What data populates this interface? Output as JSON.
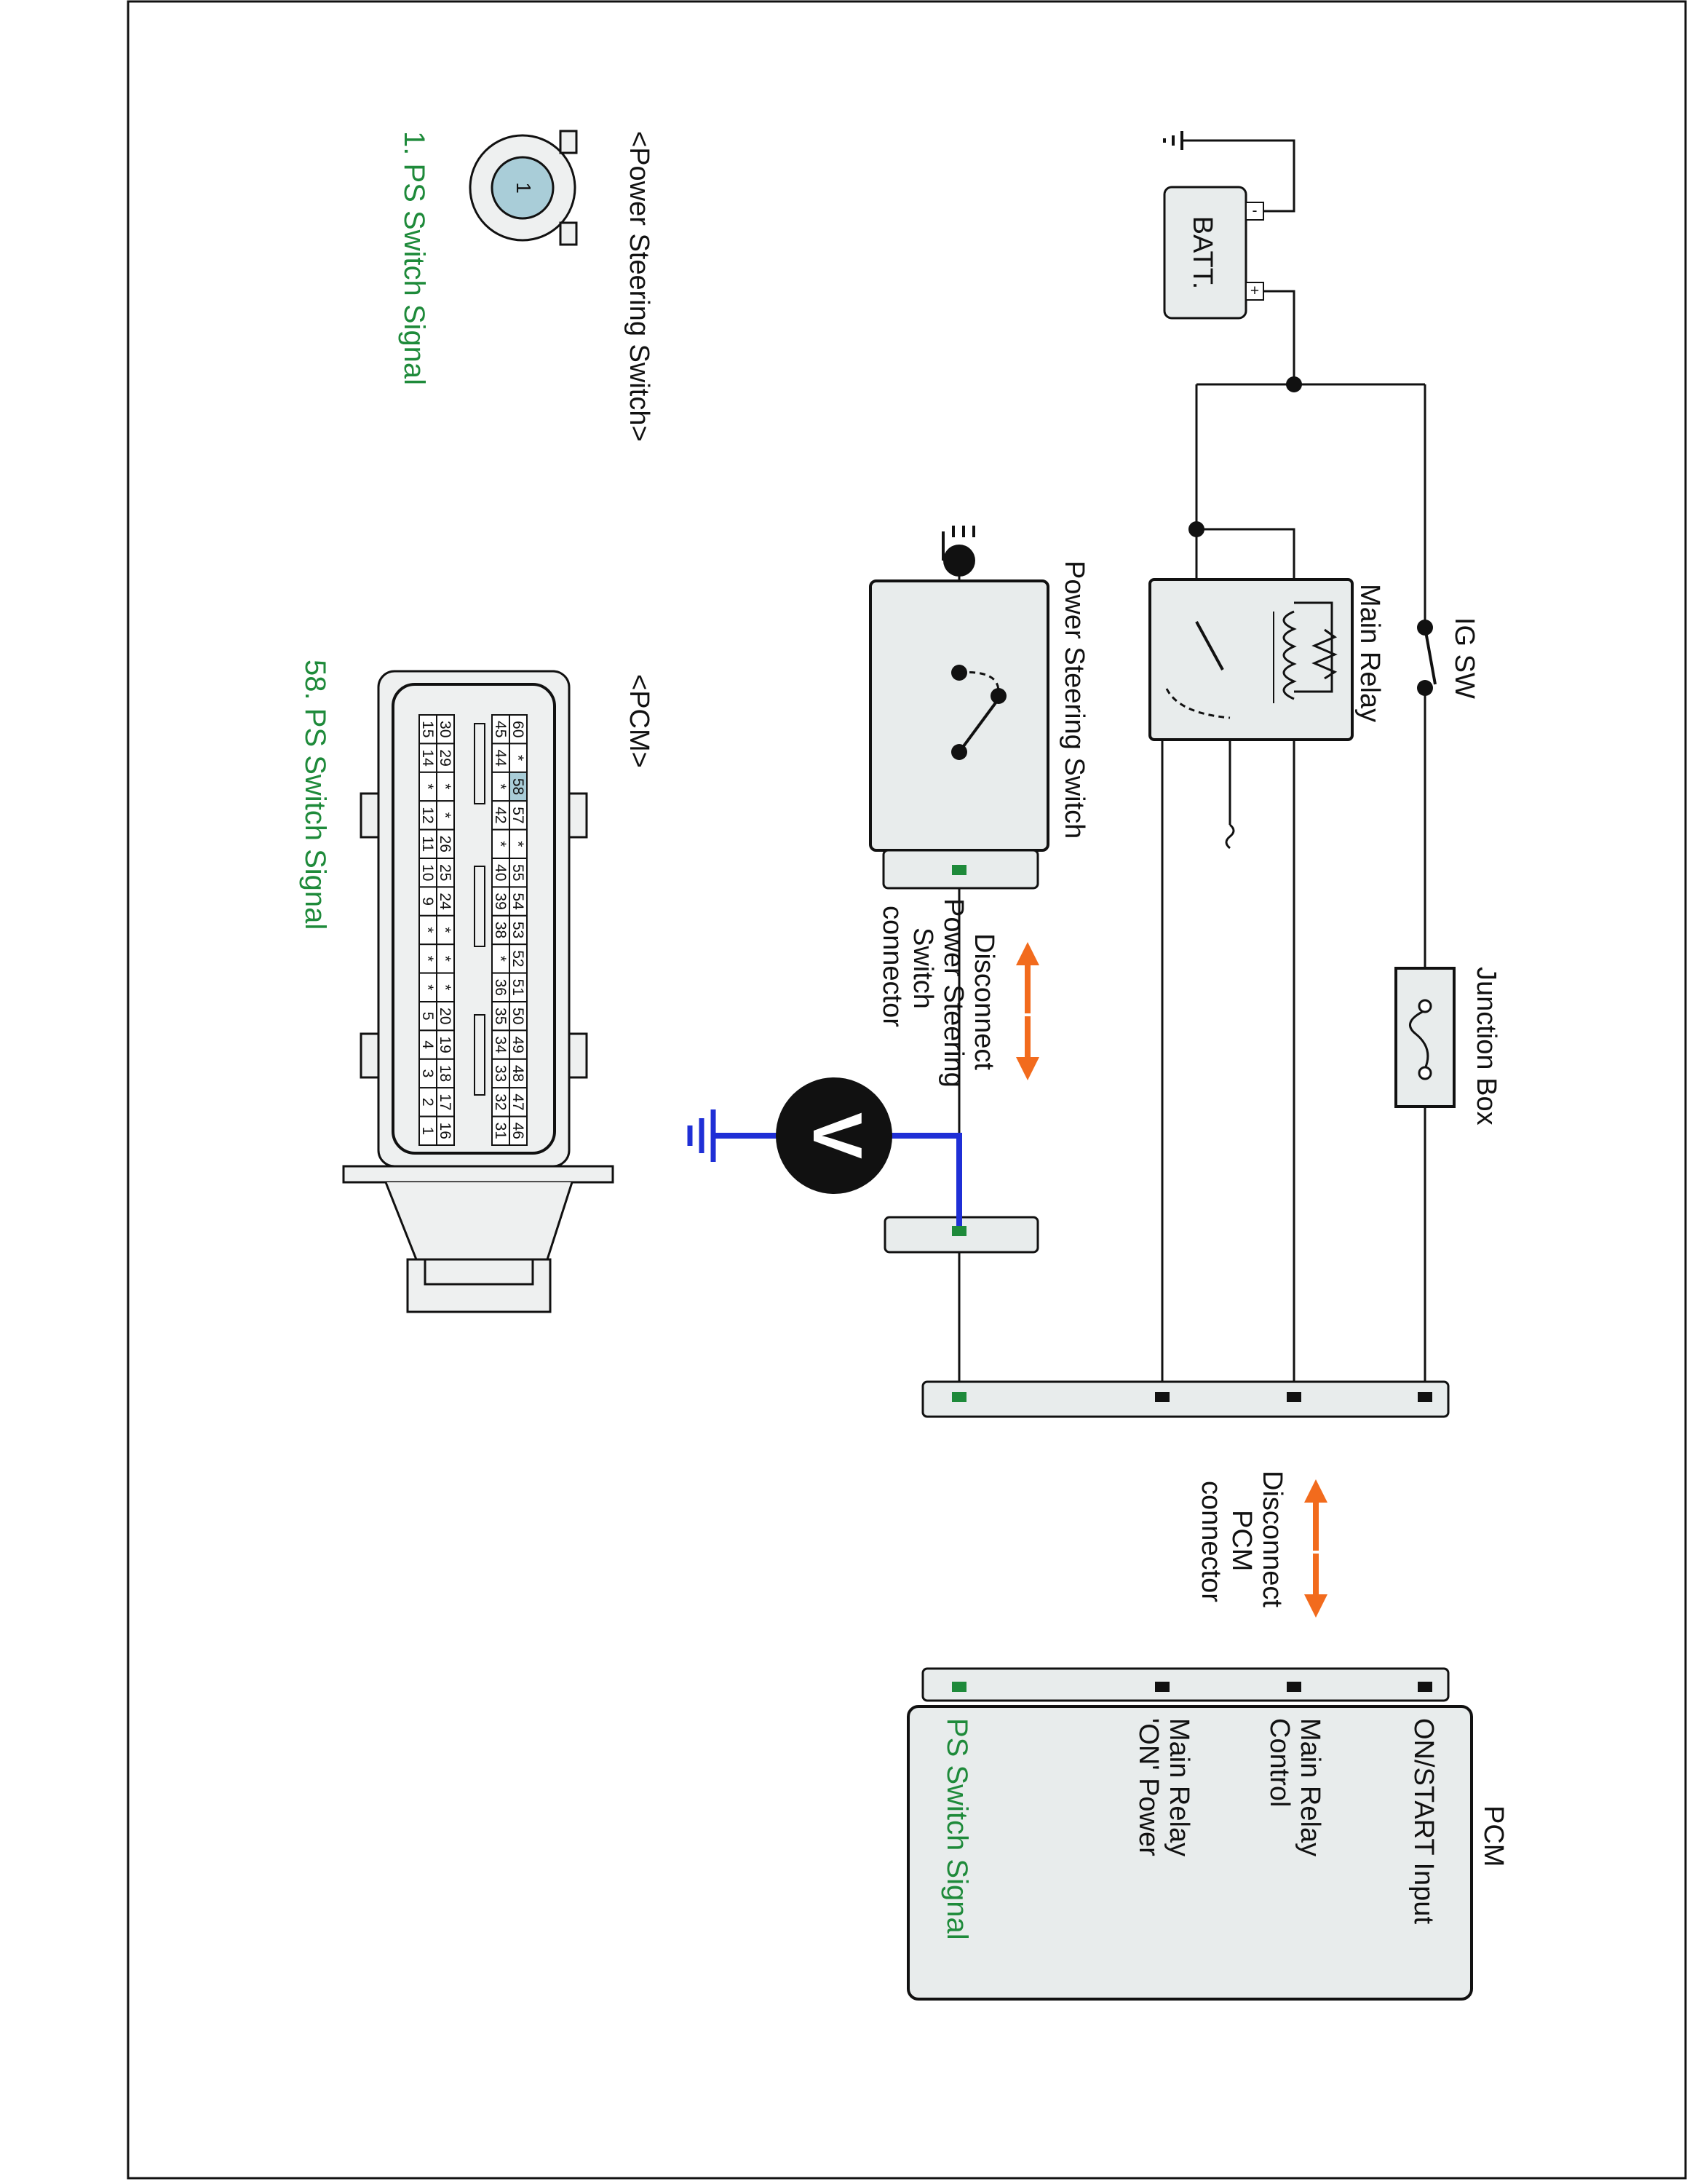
{
  "components": {
    "battery": "BATT.",
    "battery_neg": "-",
    "battery_pos": "+",
    "ig_switch": "IG SW",
    "main_relay": "Main Relay",
    "junction_box": "Junction Box",
    "ps_switch": "Power Steering Switch",
    "voltmeter": "V"
  },
  "notes": {
    "disconnect_ps": [
      "Disconnect",
      "Power Steering",
      "Switch",
      "connector"
    ],
    "disconnect_pcm": [
      "Disconnect",
      "PCM",
      "connector"
    ]
  },
  "pcm_box": {
    "title": "PCM",
    "pins": [
      "ON/START Input",
      "Main Relay Control",
      "Main Relay 'ON' Power",
      "PS Switch Signal"
    ],
    "pin_lines": [
      [
        "ON/START Input"
      ],
      [
        "Main Relay",
        "Control"
      ],
      [
        "Main Relay",
        "'ON' Power"
      ],
      [
        "PS Switch Signal"
      ]
    ]
  },
  "connector_views": {
    "ps_switch_title": "<Power Steering Switch>",
    "ps_switch_pin_number": "1",
    "ps_switch_pin_label": "1. PS Switch Signal",
    "pcm_title": "<PCM>",
    "pcm_pin_label": "58. PS Switch Signal",
    "pcm_rows": [
      [
        "60",
        "*",
        "58",
        "57",
        "*",
        "55",
        "54",
        "53",
        "52",
        "51",
        "50",
        "49",
        "48",
        "47",
        "46"
      ],
      [
        "45",
        "44",
        "*",
        "42",
        "*",
        "40",
        "39",
        "38",
        "*",
        "36",
        "35",
        "34",
        "33",
        "32",
        "31"
      ],
      [
        "30",
        "29",
        "*",
        "*",
        "26",
        "25",
        "24",
        "*",
        "*",
        "*",
        "20",
        "19",
        "18",
        "17",
        "16"
      ],
      [
        "15",
        "14",
        "*",
        "12",
        "11",
        "10",
        "9",
        "*",
        "*",
        "*",
        "5",
        "4",
        "3",
        "2",
        "1"
      ]
    ]
  },
  "colors": {
    "wire": "#111111",
    "measurement_wire": "#1f2fd6",
    "highlight_terminal": "#1e8a3a",
    "arrow": "#f26b1d",
    "box_fill": "#e8ecec",
    "pin_highlight": "#a9cdd8"
  }
}
